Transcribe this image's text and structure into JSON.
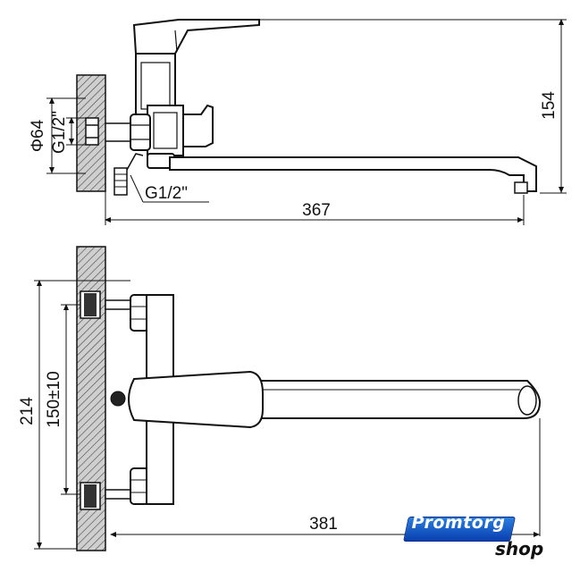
{
  "drawing": {
    "top_view": {
      "dim_diameter": "Φ64",
      "dim_thread_inlet": "G1/2\"",
      "dim_thread_outlet": "G1/2\"",
      "dim_length": "367",
      "dim_height": "154"
    },
    "front_view": {
      "dim_overall": "214",
      "dim_centers": "150±10",
      "dim_spout_reach": "381"
    }
  },
  "logo": {
    "brand_top": "Promtorg",
    "brand_bottom": "shop",
    "brand_color": "#1a5fd0"
  }
}
